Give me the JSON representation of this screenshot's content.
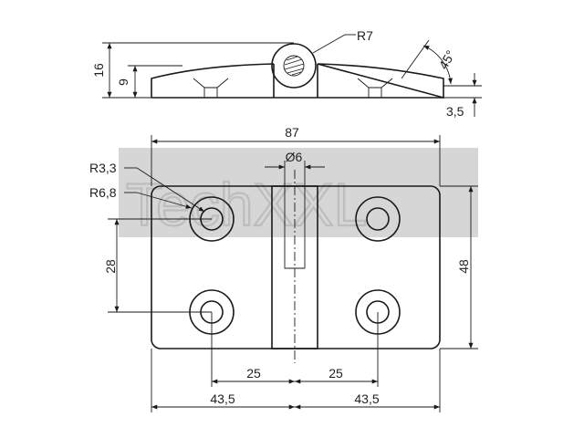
{
  "watermark": {
    "text": "TechXXL",
    "band_color": "#d6d6d6"
  },
  "side_view": {
    "radius_label": "R7",
    "angle_label": "45°",
    "height_total": "16",
    "height_leaf": "9",
    "thickness": "3,5"
  },
  "top_view": {
    "width_total": "87",
    "pin_diameter": "Ø6",
    "hole_radius": "R3,3",
    "counterbore_radius": "R6,8",
    "hole_spacing_vertical": "28",
    "height_total": "48",
    "left_hole_offset": "25",
    "right_hole_offset": "25",
    "left_half_width": "43,5",
    "right_half_width": "43,5"
  },
  "colors": {
    "line": "#1a1a1a",
    "text": "#222222",
    "background": "#ffffff"
  }
}
